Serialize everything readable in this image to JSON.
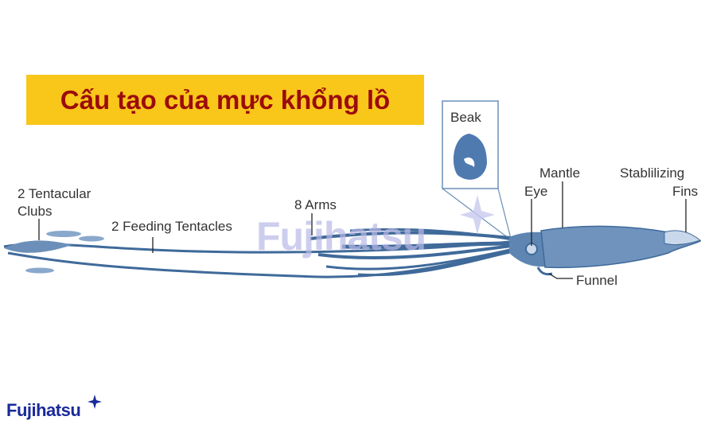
{
  "title": "Cấu tạo của mực khổng lồ",
  "labels": {
    "tentacular_clubs_1": "2 Tentacular",
    "tentacular_clubs_2": "Clubs",
    "feeding_tentacles": "2 Feeding Tentacles",
    "arms": "8 Arms",
    "beak": "Beak",
    "mantle": "Mantle",
    "eye": "Eye",
    "fins_1": "Stablilizing",
    "fins_2": "Fins",
    "funnel": "Funnel"
  },
  "watermark": "Fujihatsu",
  "logo": "Fujihatsu",
  "colors": {
    "title_bg": "#f9c61a",
    "title_text": "#9b0c0c",
    "squid": "#3f6a9a",
    "logo": "#1b2a9a"
  }
}
